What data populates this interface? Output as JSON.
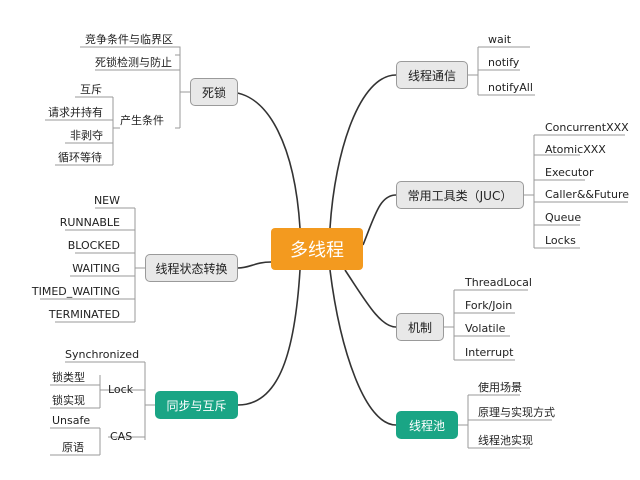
{
  "root": "多线程",
  "topics": {
    "deadlock": "死锁",
    "state": "线程状态转换",
    "sync": "同步与互斥",
    "comm": "线程通信",
    "juc": "常用工具类（JUC）",
    "mech": "机制",
    "pool": "线程池"
  },
  "deadlock": {
    "items": [
      "竞争条件与临界区",
      "死锁检测与防止",
      "互斥",
      "请求并持有",
      "非剥夺",
      "循环等待"
    ],
    "sub": "产生条件"
  },
  "state": {
    "items": [
      "NEW",
      "RUNNABLE",
      "BLOCKED",
      "WAITING",
      "TIMED_WAITING",
      "TERMINATED"
    ]
  },
  "sync": {
    "synchronized": "Synchronized",
    "lock": "Lock",
    "lock_items": [
      "锁类型",
      "锁实现"
    ],
    "cas": "CAS",
    "cas_items": [
      "Unsafe",
      "原语"
    ]
  },
  "comm": {
    "items": [
      "wait",
      "notify",
      "notifyAll"
    ]
  },
  "juc": {
    "items": [
      "ConcurrentXXX",
      "AtomicXXX",
      "Executor",
      "Caller&&Future",
      "Queue",
      "Locks"
    ]
  },
  "mech": {
    "items": [
      "ThreadLocal",
      "Fork/Join",
      "Volatile",
      "Interrupt"
    ]
  },
  "pool": {
    "items": [
      "使用场景",
      "原理与实现方式",
      "线程池实现"
    ]
  },
  "colors": {
    "root": "#f39a1f",
    "topic": "#e8e8e8",
    "accent": "#1aa585",
    "link": "#333333",
    "leaf_line": "#9a9a9a"
  }
}
